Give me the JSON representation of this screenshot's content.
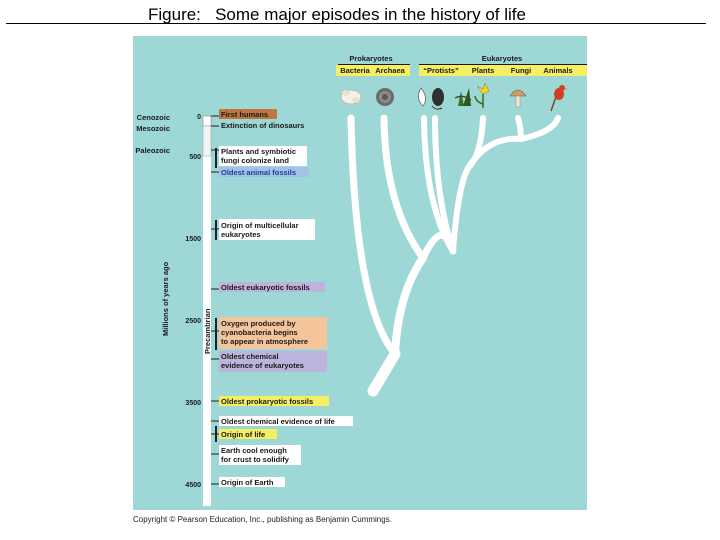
{
  "title": "Figure:   Some major episodes in the history of life",
  "copyright": "Copyright © Pearson Education, Inc., publishing as Benjamin Cummings.",
  "colors": {
    "panel": "#9ed8d6",
    "tree": "#ffffff",
    "event_bar_dark": "#222222",
    "highlight_brown": "#c0763f",
    "highlight_yellow": "#f6ef64",
    "highlight_peach": "#f6c49b",
    "highlight_purple": "#bcb4dc",
    "highlight_blue": "#a3c1e9"
  },
  "timeline": {
    "axis_label": "Millions of years ago",
    "precambrian_label": "Precambrian",
    "eras": {
      "cenozoic": "Cenozoic",
      "mesozoic": "Mesozoic",
      "paleozoic": "Paleozoic"
    },
    "ticks": [
      "0",
      "500",
      "1500",
      "2500",
      "3500",
      "4500"
    ]
  },
  "events": [
    {
      "label": "First humans"
    },
    {
      "label": "Extinction of dinosaurs"
    },
    {
      "line1": "Plants and symbiotic",
      "line2": "fungi colonize land"
    },
    {
      "label": "Oldest animal fossils"
    },
    {
      "line1": "Origin of multicellular",
      "line2": "eukaryotes"
    },
    {
      "label": "Oldest eukaryotic fossils"
    },
    {
      "line1": "Oxygen produced by",
      "line2": "cyanobacteria begins",
      "line3": "to appear in atmosphere"
    },
    {
      "line1": "Oldest chemical",
      "line2": "evidence of eukaryotes"
    },
    {
      "label": "Oldest prokaryotic fossils"
    },
    {
      "label": "Oldest chemical evidence of life"
    },
    {
      "label": "Origin of life"
    },
    {
      "line1": "Earth cool enough",
      "line2": "for crust to solidify"
    },
    {
      "label": "Origin of Earth"
    }
  ],
  "tree": {
    "domains": {
      "prokaryotes": "Prokaryotes",
      "eukaryotes": "Eukaryotes"
    },
    "groups": [
      "Bacteria",
      "Archaea",
      "“Protists”",
      "Plants",
      "Fungi",
      "Animals"
    ]
  }
}
